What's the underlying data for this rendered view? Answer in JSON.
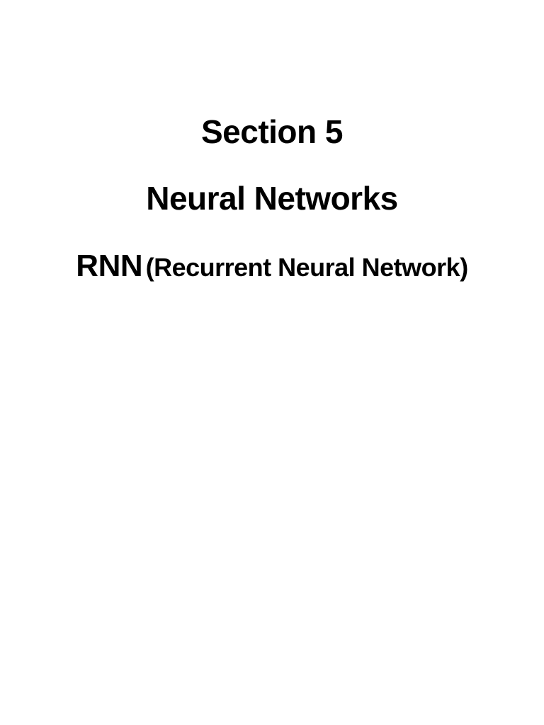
{
  "document": {
    "section_label": "Section 5",
    "topic": "Neural Networks",
    "subtopic": {
      "acronym": "RNN",
      "expansion": "(Recurrent Neural Network)"
    }
  }
}
